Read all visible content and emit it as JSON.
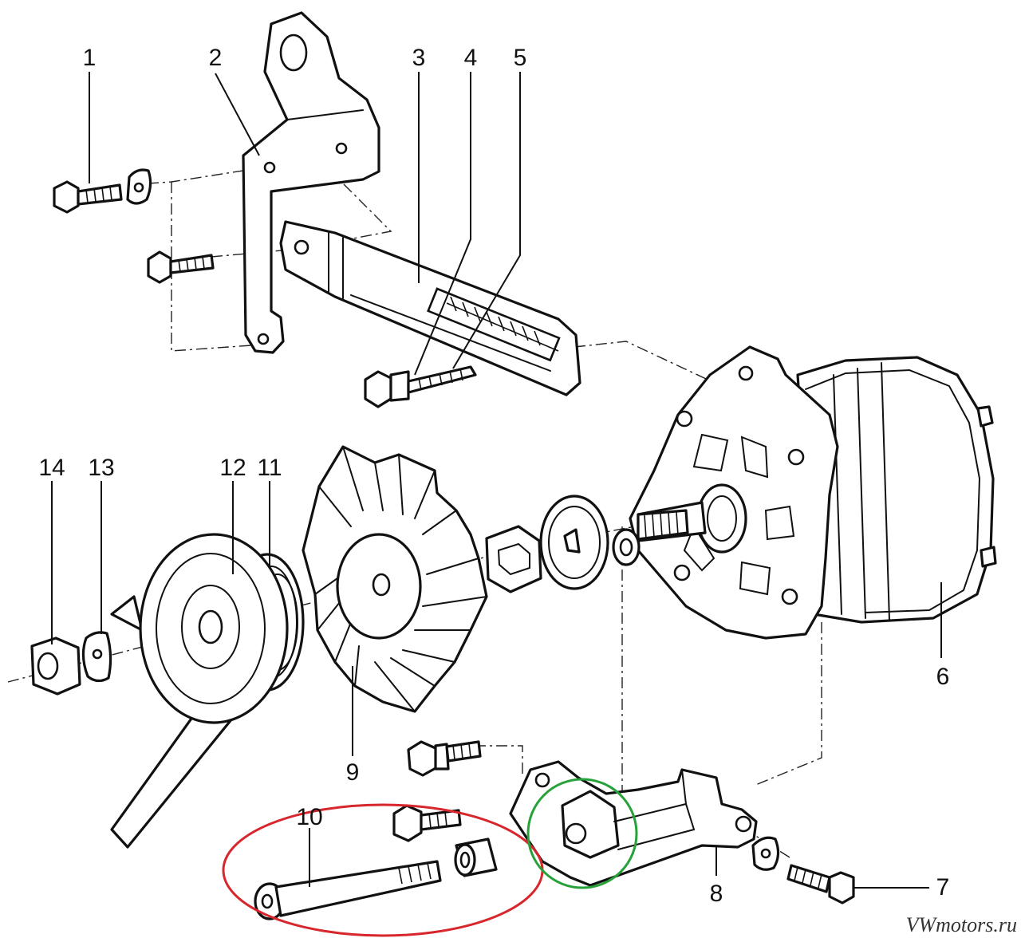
{
  "diagram": {
    "part_numbers": [
      "1",
      "2",
      "3",
      "4",
      "5",
      "6",
      "7",
      "8",
      "9",
      "10",
      "11",
      "12",
      "13",
      "14"
    ],
    "watermark": "VWmotors.ru",
    "highlight_colors": {
      "red_ring": "#d7262c",
      "green_ring": "#27a23a"
    }
  }
}
